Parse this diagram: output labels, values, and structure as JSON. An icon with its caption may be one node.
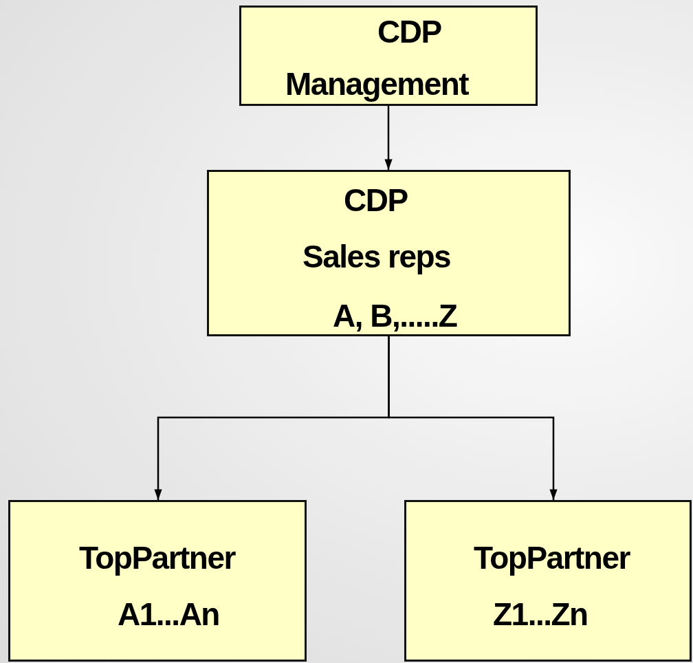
{
  "diagram": {
    "nodes": [
      {
        "text": [
          "CDP",
          "Management"
        ]
      },
      {
        "text": [
          "CDP",
          "Sales reps",
          "A, B,.....Z"
        ]
      },
      {
        "text": [
          "TopPartner",
          "A1...An"
        ]
      },
      {
        "text": [
          "TopPartner",
          "Z1...Zn"
        ]
      }
    ],
    "edges": [
      {
        "from": 0,
        "to": 1,
        "arrow": "to"
      },
      {
        "from": 1,
        "to": 2,
        "arrow": "to"
      },
      {
        "from": 1,
        "to": 3,
        "arrow": "to"
      }
    ]
  }
}
